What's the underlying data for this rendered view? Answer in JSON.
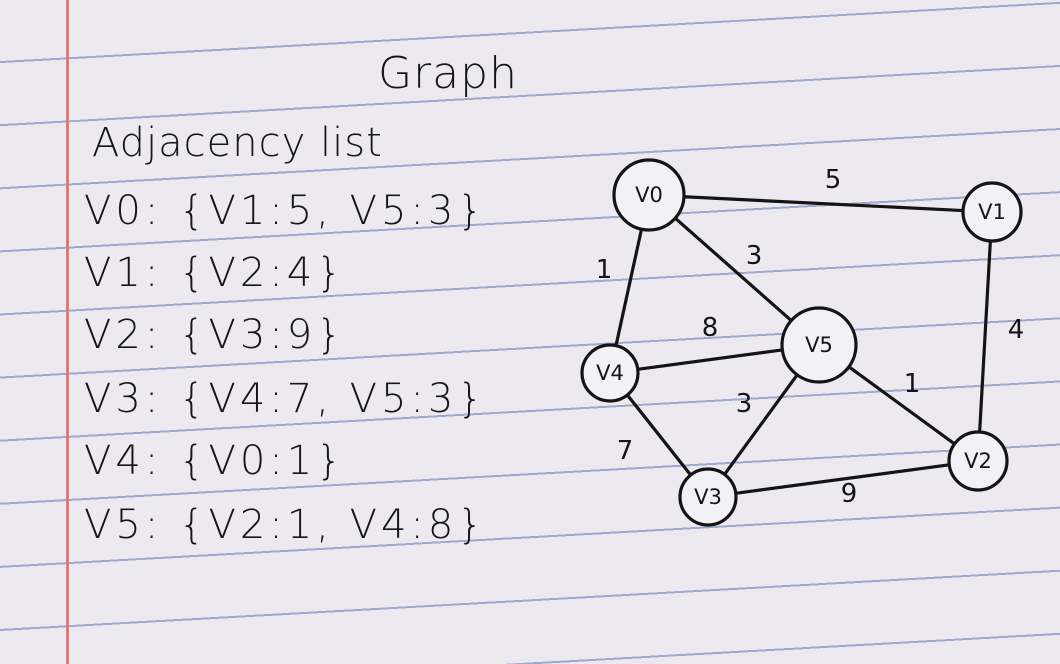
{
  "title": "Graph",
  "subtitle": "Adjacency list",
  "adjacency_list": [
    "V0: {V1:5, V5:3}",
    "V1: {V2:4}",
    "V2: {V3:9}",
    "V3: {V4:7, V5:3}",
    "V4: {V0:1}",
    "V5: {V2:1, V4:8}"
  ],
  "graph": {
    "nodes": [
      "V0",
      "V1",
      "V2",
      "V3",
      "V4",
      "V5"
    ],
    "edges": [
      {
        "from": "V0",
        "to": "V1",
        "weight": "5"
      },
      {
        "from": "V0",
        "to": "V5",
        "weight": "3"
      },
      {
        "from": "V1",
        "to": "V2",
        "weight": "4"
      },
      {
        "from": "V2",
        "to": "V3",
        "weight": "9"
      },
      {
        "from": "V3",
        "to": "V4",
        "weight": "7"
      },
      {
        "from": "V3",
        "to": "V5",
        "weight": "3"
      },
      {
        "from": "V4",
        "to": "V0",
        "weight": "1"
      },
      {
        "from": "V5",
        "to": "V2",
        "weight": "1"
      },
      {
        "from": "V5",
        "to": "V4",
        "weight": "8"
      }
    ]
  },
  "colors": {
    "ink": "#141414",
    "rule_lines": "#5c76b0",
    "margin_line": "#e07a78",
    "paper": "#eceaf0"
  }
}
